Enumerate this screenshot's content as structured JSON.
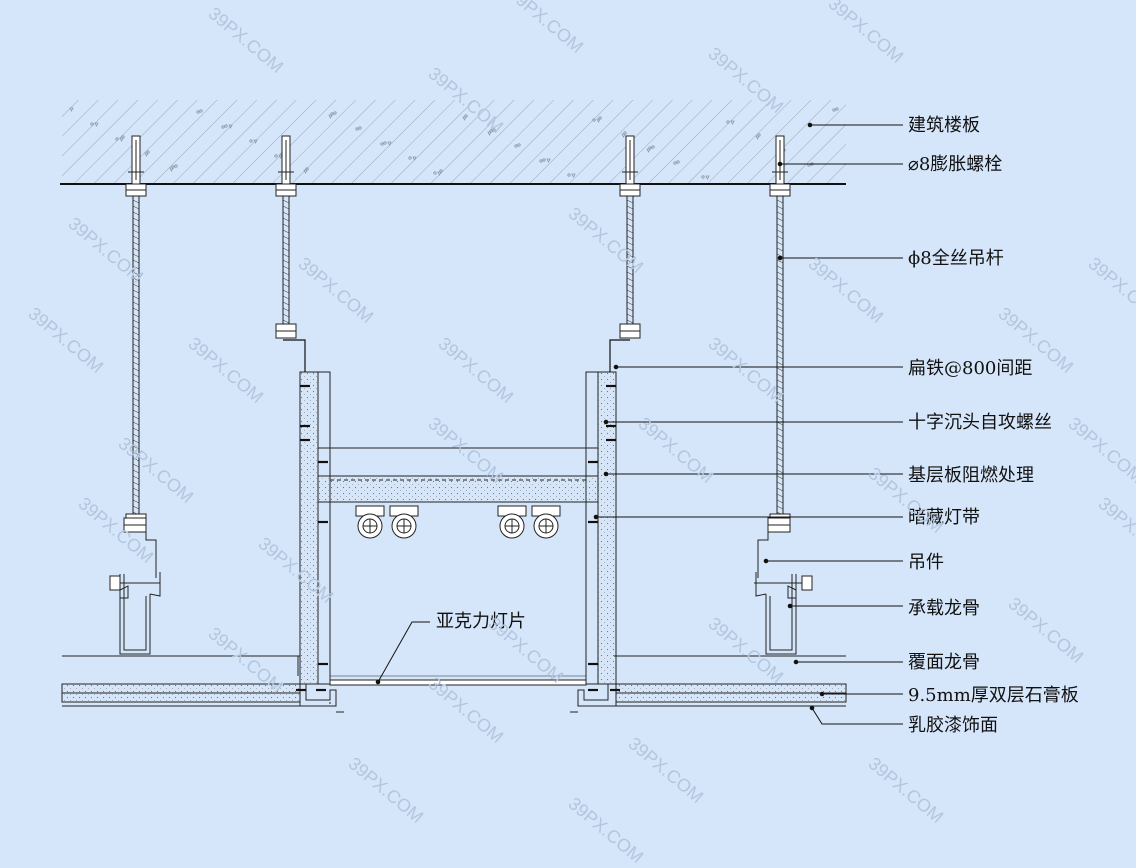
{
  "colors": {
    "background": "#d6e6fa",
    "line": "#1a1a1a",
    "watermark": "#b3c6de"
  },
  "watermark": "39PX.COM",
  "labels": {
    "slab": "建筑楼板",
    "anchor_bolt": "⌀8膨胀螺栓",
    "threaded_rod": "ϕ8全丝吊杆",
    "flat_iron": "扁铁@800间距",
    "screw": "十字沉头自攻螺丝",
    "base_board": "基层板阻燃处理",
    "led_strip": "暗藏灯带",
    "hanger": "吊件",
    "main_keel": "承载龙骨",
    "cover_keel": "覆面龙骨",
    "gypsum_board": "9.5mm厚双层石膏板",
    "latex_paint": "乳胶漆饰面",
    "acrylic_panel": "亚克力灯片"
  }
}
